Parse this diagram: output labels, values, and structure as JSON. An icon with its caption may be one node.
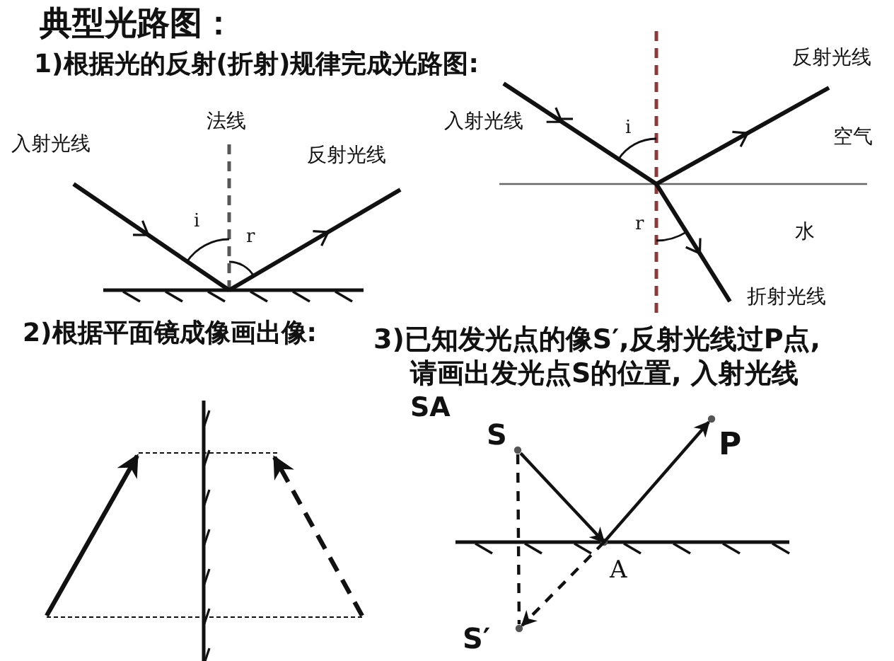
{
  "diagram": {
    "title": "典型光路图：",
    "nodes": [
      {
        "text": [],
        "shape": "circle",
        "beside": [
          "S"
        ]
      },
      {
        "text": [],
        "shape": "circle",
        "beside": [
          "P"
        ]
      },
      {
        "text": [],
        "shape": "circle",
        "beside": [
          "A"
        ]
      },
      {
        "text": [],
        "shape": "circle",
        "beside": [
          "S′"
        ]
      }
    ],
    "edges": [
      {
        "from": 0,
        "to": 2,
        "arrow": "to"
      },
      {
        "from": 2,
        "to": 1,
        "arrow": "to"
      },
      {
        "from": 0,
        "to": 3,
        "arrow": "none",
        "style": "dashed"
      },
      {
        "from": 2,
        "to": 3,
        "arrow": "to",
        "style": "dashed"
      }
    ],
    "labels": [
      "1)根据光的反射(折射)规律完成光路图:",
      "法线",
      "入射光线",
      "i",
      "反射光线",
      "r",
      "反射光线",
      "入射光线",
      "i",
      "空气",
      "r",
      "水",
      "折射光线",
      "2)根据平面镜成像画出像:",
      "3)已知发光点的像S′,反射光线过P点,请画出发光点S的位置, 入射光线SA"
    ]
  }
}
